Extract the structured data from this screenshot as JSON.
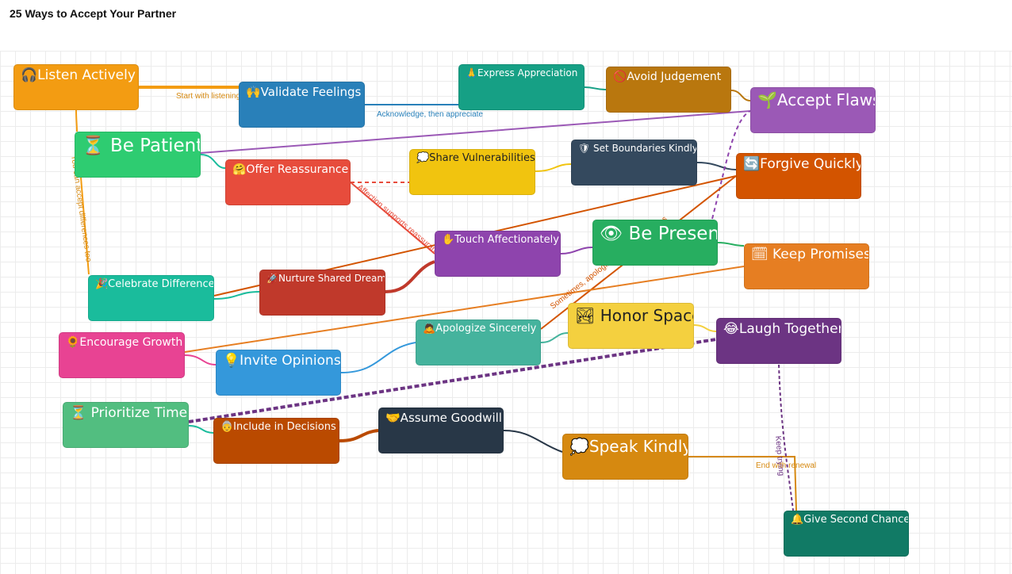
{
  "title": "25 Ways to Accept Your Partner",
  "nodes": {
    "listen": {
      "label": "🎧Listen Actively",
      "color": "#f39c12"
    },
    "validate": {
      "label": "🙌Validate Feelings",
      "color": "#2980b9"
    },
    "appreciation": {
      "label": "🙏Express Appreciation",
      "color": "#16a085"
    },
    "judgement": {
      "label": "🚫Avoid Judgement",
      "color": "#b9770e"
    },
    "flaws": {
      "label": "🌱Accept Flaws",
      "color": "#9b59b6"
    },
    "patient": {
      "label": "⏳ Be Patient",
      "color": "#2ecc71"
    },
    "reassurance": {
      "label": "🤗Offer Reassurance",
      "color": "#e74c3c"
    },
    "vulnerabilities": {
      "label": "💭Share Vulnerabilities",
      "color": "#f1c40f"
    },
    "boundaries": {
      "label": "🛡 Set Boundaries Kindly",
      "color": "#34495e"
    },
    "forgive": {
      "label": "🔄Forgive Quickly",
      "color": "#d35400"
    },
    "touch": {
      "label": "✋Touch Affectionately",
      "color": "#8e44ad"
    },
    "present": {
      "label": "👁 Be Present",
      "color": "#27ae60"
    },
    "promises": {
      "label": "🗓 Keep Promises",
      "color": "#e67e22"
    },
    "celebrate": {
      "label": "🎉Celebrate Differences",
      "color": "#1abc9c"
    },
    "dreams": {
      "label": "🚀Nurture Shared Dreams",
      "color": "#c0392b"
    },
    "space": {
      "label": "🏞 Honor Space",
      "color": "#f4d03f"
    },
    "laugh": {
      "label": "😂Laugh Together",
      "color": "#6c3483"
    },
    "growth": {
      "label": "🌻Encourage Growth",
      "color": "#e84393"
    },
    "opinions": {
      "label": "💡Invite Opinions",
      "color": "#3498db"
    },
    "apologize": {
      "label": "🙇Apologize Sincerely",
      "color": "#45b39d"
    },
    "time": {
      "label": "⏳ Prioritize Time",
      "color": "#52be80"
    },
    "decisions": {
      "label": "👵Include in Decisions",
      "color": "#ba4a00"
    },
    "goodwill": {
      "label": "🤝Assume Goodwill",
      "color": "#283747"
    },
    "kindly": {
      "label": "💭Speak Kindly",
      "color": "#d68910"
    },
    "second": {
      "label": "🔔Give Second Chances",
      "color": "#117a65"
    }
  },
  "edge_labels": {
    "start": "Start with listening",
    "acknowledge": "Acknowledge, then appreciate",
    "differences": "You can accept differences too",
    "affection": "Affection supports reassurance",
    "sometimes": "Sometimes, apologize before forgiveness",
    "renewal": "End with renewal",
    "keep": "Keep trying"
  }
}
